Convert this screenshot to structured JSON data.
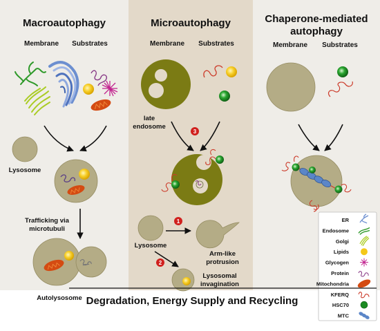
{
  "colors": {
    "panel_left": "#efede8",
    "panel_mid": "#e3d9c9",
    "panel_right": "#efede8",
    "lysosome_fill": "#b4ac86",
    "lysosome_stroke": "#958c62",
    "endosome_olive": "#7b7b14",
    "hsc70": "#1b8a22",
    "lipid": "#f4c81a",
    "mito": "#d44b12",
    "step_badge": "#d0201d"
  },
  "panels": {
    "macro": {
      "title": "Macroautophagy",
      "membrane": "Membrane",
      "substrates": "Substrates"
    },
    "micro": {
      "title": "Microautophagy",
      "membrane": "Membrane",
      "substrates": "Substrates"
    },
    "cma": {
      "title_line1": "Chaperone-mediated",
      "title_line2": "autophagy",
      "membrane": "Membrane",
      "substrates": "Substrates"
    }
  },
  "labels": {
    "lysosome": "Lysosome",
    "trafficking_line1": "Trafficking via",
    "trafficking_line2": "microtubuli",
    "autolysosome": "Autolysosome",
    "late_endosome_line1": "late",
    "late_endosome_line2": "endosome",
    "micro_lysosome": "Lysosome",
    "arm_line1": "Arm-like",
    "arm_line2": "protrusion",
    "invag_line1": "Lysosomal",
    "invag_line2": "invagination"
  },
  "steps": [
    "1",
    "2",
    "3"
  ],
  "legend": [
    {
      "label": "ER",
      "icon": "er-icon"
    },
    {
      "label": "Endosome",
      "icon": "endosome-icon"
    },
    {
      "label": "Golgi",
      "icon": "golgi-icon"
    },
    {
      "label": "Lipids",
      "icon": "lipid-icon"
    },
    {
      "label": "Glycogen",
      "icon": "glycogen-icon"
    },
    {
      "label": "Protein",
      "icon": "protein-icon"
    },
    {
      "label": "Mitochondria",
      "icon": "mitochondria-icon"
    },
    {
      "label": "KFERQ",
      "icon": "kferq-icon"
    },
    {
      "label": "HSC70",
      "icon": "hsc70-icon"
    },
    {
      "label": "MTC",
      "icon": "mtc-icon"
    }
  ],
  "footer": "Degradation, Energy Supply and Recycling"
}
